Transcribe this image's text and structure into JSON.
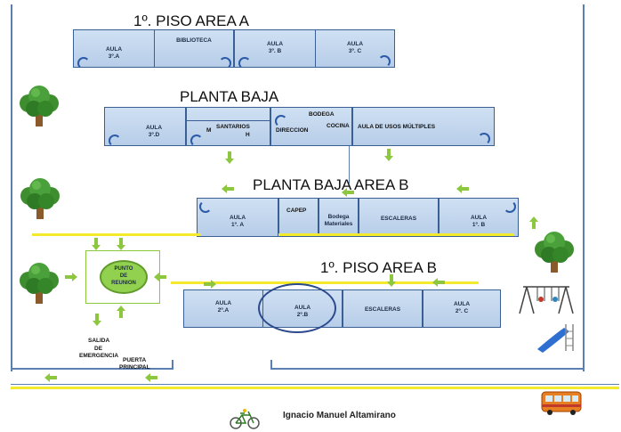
{
  "titles": {
    "piso1_a": "1º. PISO AREA A",
    "planta_baja": "PLANTA BAJA",
    "planta_baja_b": "PLANTA BAJA AREA  B",
    "piso1_b": "1º. PISO  AREA B"
  },
  "piso1_a_rooms": {
    "aula_3a_l1": "AULA",
    "aula_3a_l2": "3º.A",
    "biblioteca": "BIBLIOTECA",
    "aula_3b_l1": "AULA",
    "aula_3b_l2": "3º. B",
    "aula_3c_l1": "AULA",
    "aula_3c_l2": "3º. C"
  },
  "planta_baja_rooms": {
    "aula_3d_l1": "AULA",
    "aula_3d_l2": "3º.D",
    "m": "M",
    "santarios": "SANTARIOS",
    "h": "H",
    "bodega": "BODEGA",
    "cocina": "COCINA",
    "direccion": "DIRECCION",
    "usos_multiples": "AULA DE USOS MÚLTIPLES"
  },
  "planta_baja_b_rooms": {
    "aula_1a_l1": "AULA",
    "aula_1a_l2": "1º. A",
    "capep": "CAPEP",
    "bodega_l1": "Bodega",
    "bodega_l2": "Materiales",
    "escaleras": "ESCALERAS",
    "aula_1b_l1": "AULA",
    "aula_1b_l2": "1º. B"
  },
  "piso1_b_rooms": {
    "aula_2a_l1": "AULA",
    "aula_2a_l2": "2º.A",
    "aula_2b_l1": "AULA",
    "aula_2b_l2": "2º.B",
    "escaleras": "ESCALERAS",
    "aula_2c_l1": "AULA",
    "aula_2c_l2": "2º. C"
  },
  "punto_reunion": {
    "l1": "PUNTO",
    "l2": "DE",
    "l3": "REUNION"
  },
  "salida": {
    "l1": "SALIDA",
    "l2": "DE",
    "l3": "EMERGENCIA"
  },
  "puerta": {
    "l1": "PUERTA",
    "l2": "PRINCIPAL"
  },
  "street_name": "Ignacio Manuel Altamirano",
  "icons": {
    "tree": "tree-icon",
    "arrow": "green-arrow-icon",
    "swing": "swing-icon",
    "slide": "slide-icon",
    "bus": "bus-icon",
    "bicycle": "bicycle-icon"
  },
  "colors": {
    "room_fill": "#c6d9f0",
    "room_border": "#3a5f95",
    "arrow": "#8dc63f",
    "yellow_line": "#f2ea2a",
    "highlight_circle": "#2b4a8c",
    "meeting_point": "#92d050"
  }
}
